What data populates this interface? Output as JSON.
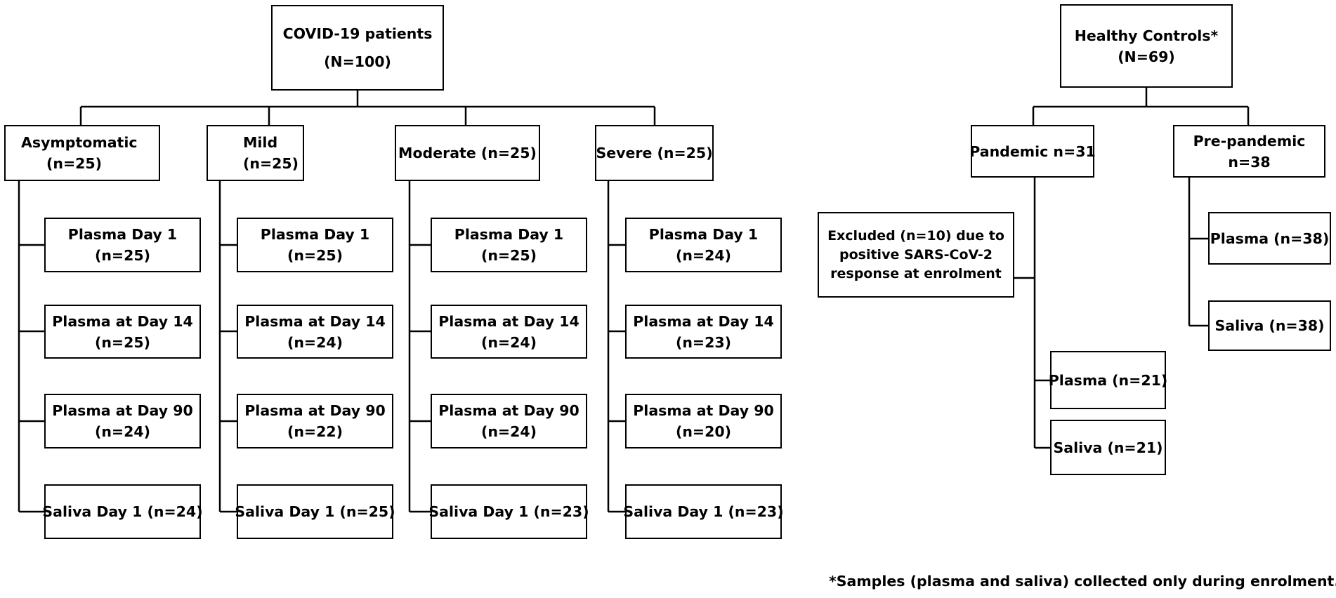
{
  "covid": {
    "root": [
      "COVID-19 patients",
      "(N=100)"
    ],
    "groups": [
      {
        "label": [
          "Asymptomatic",
          "(n=25)"
        ],
        "samples": [
          [
            "Plasma Day 1",
            "(n=25)"
          ],
          [
            "Plasma at Day 14",
            "(n=25)"
          ],
          [
            "Plasma at Day 90",
            "(n=24)"
          ],
          [
            "Saliva Day 1 (n=24)"
          ]
        ]
      },
      {
        "label": [
          "Mild",
          "(n=25)"
        ],
        "samples": [
          [
            "Plasma Day 1",
            "(n=25)"
          ],
          [
            "Plasma at Day 14",
            "(n=24)"
          ],
          [
            "Plasma at Day 90",
            "(n=22)"
          ],
          [
            "Saliva Day 1 (n=25)"
          ]
        ]
      },
      {
        "label": [
          "Moderate (n=25)"
        ],
        "samples": [
          [
            "Plasma Day 1",
            "(n=25)"
          ],
          [
            "Plasma at Day 14",
            "(n=24)"
          ],
          [
            "Plasma at Day 90",
            "(n=24)"
          ],
          [
            "Saliva Day 1 (n=23)"
          ]
        ]
      },
      {
        "label": [
          "Severe (n=25)"
        ],
        "samples": [
          [
            "Plasma Day 1",
            "(n=24)"
          ],
          [
            "Plasma at Day 14",
            "(n=23)"
          ],
          [
            "Plasma at Day 90",
            "(n=20)"
          ],
          [
            "Saliva Day 1 (n=23)"
          ]
        ]
      }
    ]
  },
  "controls": {
    "root": [
      "Healthy Controls*",
      "(N=69)"
    ],
    "pandemic": {
      "label": [
        "Pandemic n=31"
      ],
      "excluded": [
        "Excluded (n=10) due to",
        "positive SARS-CoV-2",
        "response at enrolment"
      ],
      "samples": [
        [
          "Plasma (n=21)"
        ],
        [
          "Saliva (n=21)"
        ]
      ]
    },
    "prepandemic": {
      "label": [
        "Pre-pandemic",
        "n=38"
      ],
      "samples": [
        [
          "Plasma (n=38)"
        ],
        [
          "Saliva (n=38)"
        ]
      ]
    }
  },
  "footnote": "*Samples (plasma and saliva) collected only during enrolment."
}
